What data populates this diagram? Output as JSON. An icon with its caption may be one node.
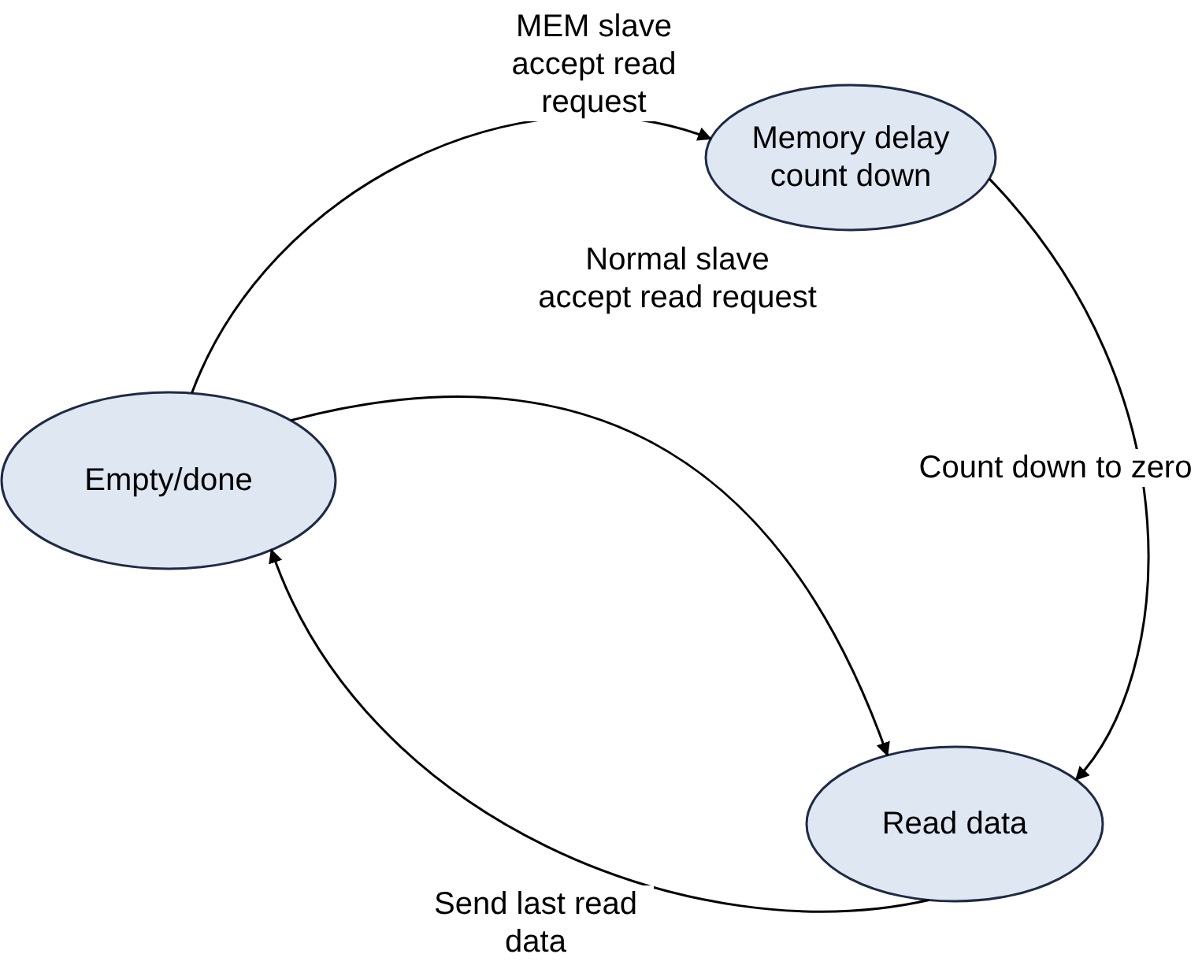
{
  "diagram": {
    "nodes": [
      {
        "text": [
          "Empty/done"
        ]
      },
      {
        "text": [
          "Memory delay count down"
        ]
      },
      {
        "text": [
          "Read data"
        ]
      }
    ],
    "edges": [
      {
        "from": 0,
        "to": 1,
        "arrow": "to",
        "label": "MEM slave accept read request"
      },
      {
        "from": 0,
        "to": 2,
        "arrow": "to",
        "label": "Normal slave accept read request"
      },
      {
        "from": 1,
        "to": 2,
        "arrow": "to",
        "label": "Count down to zero"
      },
      {
        "from": 2,
        "to": 0,
        "arrow": "to",
        "label": "Send last read data"
      }
    ]
  }
}
